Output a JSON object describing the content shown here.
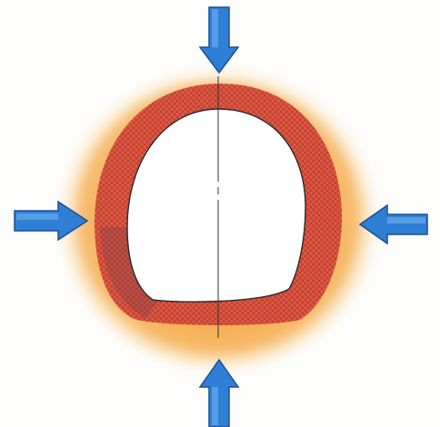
{
  "diagram": {
    "description_visible_text": [],
    "colors": {
      "outer_halo": "#f6b04a",
      "lining_ring": "#e8553c",
      "hatch": "#3a2a3a",
      "arrow_fill": "#2f7fd6",
      "arrow_stroke": "#1c4f93",
      "opening_fill": "#ffffff",
      "axis_line": "#333333"
    },
    "arrows": [
      {
        "id": "top",
        "direction": "down"
      },
      {
        "id": "left",
        "direction": "right"
      },
      {
        "id": "right",
        "direction": "left"
      },
      {
        "id": "bottom",
        "direction": "up"
      }
    ],
    "icons": [
      "arrow-down-icon",
      "arrow-right-icon",
      "arrow-left-icon",
      "arrow-up-icon"
    ]
  }
}
